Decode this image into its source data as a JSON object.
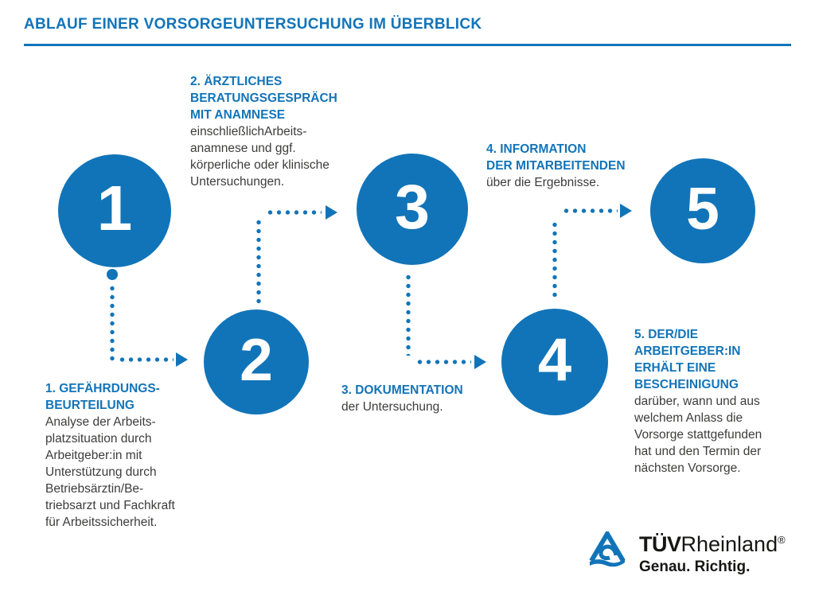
{
  "page": {
    "title": "ABLAUF EINER VORSORGEUNTERSUCHUNG IM ÜBERBLICK"
  },
  "colors": {
    "accent": "#1274B8",
    "body_text": "#3C3C3B",
    "background": "#FFFFFF",
    "circle_number": "#FFFFFF"
  },
  "steps": [
    {
      "number": "1",
      "title": "1. GEFÄHRDUNGS-\nBEURTEILUNG",
      "body": "Analyse der Arbeits-\nplatzsituation durch\nArbeitgeber:in mit\nUnterstützung durch\nBetriebsärztin/Be-\ntriebsarzt und Fachkraft\nfür Arbeitssicherheit."
    },
    {
      "number": "2",
      "title": "2. ÄRZTLICHES\nBERATUNGSGESPRÄCH\nMIT ANAMNESE",
      "body": "einschließlichArbeits-\nanamnese und ggf.\nkörperliche oder klinische\nUntersuchungen."
    },
    {
      "number": "3",
      "title": "3. DOKUMENTATION",
      "body": "der Untersuchung."
    },
    {
      "number": "4",
      "title": "4. INFORMATION\nDER MITARBEITENDEN",
      "body": "über die Ergebnisse."
    },
    {
      "number": "5",
      "title": "5. DER/DIE\nARBEITGEBER:IN\nERHÄLT EINE\nBESCHEINIGUNG",
      "body": "darüber, wann und aus\nwelchem Anlass die\nVorsorge stattgefunden\nhat und den Termin der\nnächsten Vorsorge."
    }
  ],
  "logo": {
    "brand_bold": "TÜV",
    "brand_regular": "Rheinland",
    "registered_mark": "®",
    "tagline": "Genau. Richtig."
  }
}
